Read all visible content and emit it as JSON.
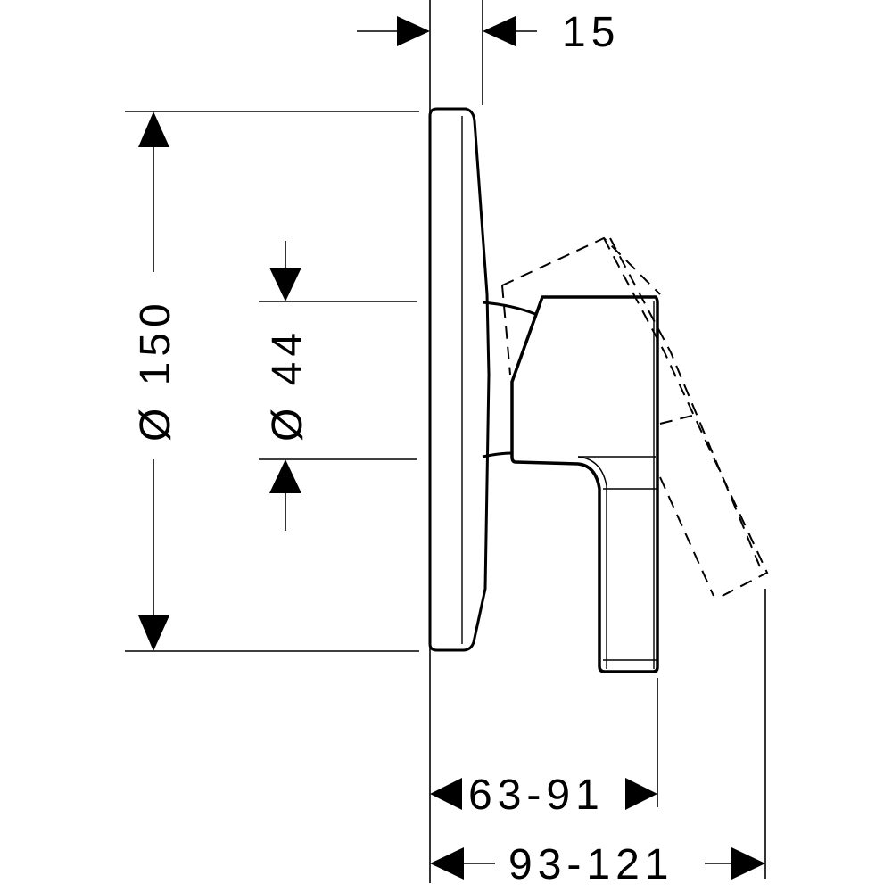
{
  "drawing": {
    "dimensions": {
      "plate_depth": "15",
      "plate_diameter": "Ø 150",
      "body_diameter": "Ø 44",
      "projection_handle": "63-91",
      "projection_rotated": "93-121"
    },
    "colors": {
      "line": "#000000",
      "background": "#ffffff"
    }
  }
}
